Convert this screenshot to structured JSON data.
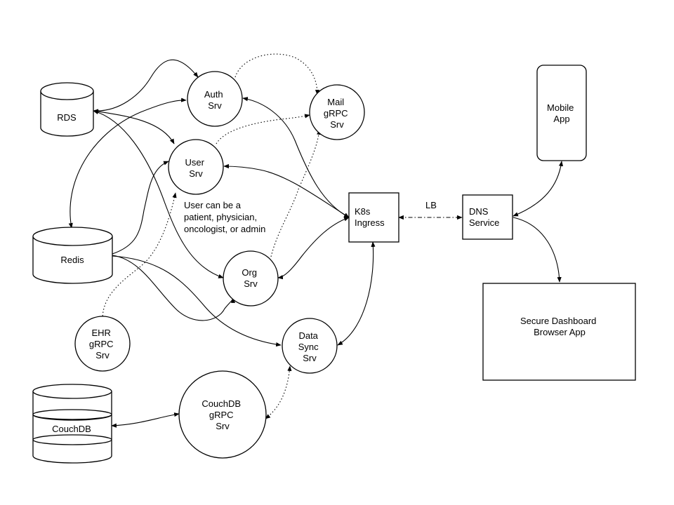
{
  "nodes": {
    "rds": {
      "lines": [
        "RDS"
      ]
    },
    "redis": {
      "lines": [
        "Redis"
      ]
    },
    "couchdb_store": {
      "lines": [
        "CouchDB"
      ]
    },
    "auth": {
      "lines": [
        "Auth",
        "Srv"
      ]
    },
    "mail": {
      "lines": [
        "Mail",
        "gRPC",
        "Srv"
      ]
    },
    "user": {
      "lines": [
        "User",
        "Srv"
      ]
    },
    "org": {
      "lines": [
        "Org",
        "Srv"
      ]
    },
    "ehr": {
      "lines": [
        "EHR",
        "gRPC",
        "Srv"
      ]
    },
    "datasync": {
      "lines": [
        "Data",
        "Sync",
        "Srv"
      ]
    },
    "couchdb_grpc": {
      "lines": [
        "CouchDB",
        "gRPC",
        "Srv"
      ]
    },
    "ingress": {
      "lines": [
        "K8s",
        "Ingress"
      ]
    },
    "dns": {
      "lines": [
        "DNS",
        "Service"
      ]
    },
    "mobile": {
      "lines": [
        "Mobile",
        "App"
      ]
    },
    "dashboard": {
      "lines": [
        "Secure Dashboard",
        "Browser App"
      ]
    }
  },
  "user_note": [
    "User can be a",
    "patient, physician,",
    "oncologist, or admin"
  ],
  "lb_label": "LB",
  "edges": [
    {
      "from": "rds",
      "to": "auth",
      "style": "solid"
    },
    {
      "from": "rds",
      "to": "user",
      "style": "solid"
    },
    {
      "from": "rds",
      "to": "org",
      "style": "solid"
    },
    {
      "from": "redis",
      "to": "auth",
      "style": "solid"
    },
    {
      "from": "redis",
      "to": "user",
      "style": "solid"
    },
    {
      "from": "redis",
      "to": "org",
      "style": "solid"
    },
    {
      "from": "redis",
      "to": "datasync",
      "style": "solid"
    },
    {
      "from": "auth",
      "to": "mail",
      "style": "dotted"
    },
    {
      "from": "user",
      "to": "mail",
      "style": "dotted"
    },
    {
      "from": "org",
      "to": "mail",
      "style": "dotted"
    },
    {
      "from": "ehr",
      "to": "user",
      "style": "dotted"
    },
    {
      "from": "ingress",
      "to": "auth",
      "style": "solid"
    },
    {
      "from": "ingress",
      "to": "user",
      "style": "solid"
    },
    {
      "from": "ingress",
      "to": "org",
      "style": "solid"
    },
    {
      "from": "ingress",
      "to": "datasync",
      "style": "solid"
    },
    {
      "from": "ingress",
      "to": "dns",
      "style": "dash-dot",
      "label": "LB"
    },
    {
      "from": "dns",
      "to": "mobile",
      "style": "solid"
    },
    {
      "from": "dns",
      "to": "dashboard",
      "style": "solid"
    },
    {
      "from": "couchdb_grpc",
      "to": "couchdb_store",
      "style": "solid"
    },
    {
      "from": "couchdb_grpc",
      "to": "datasync",
      "style": "dotted"
    }
  ]
}
